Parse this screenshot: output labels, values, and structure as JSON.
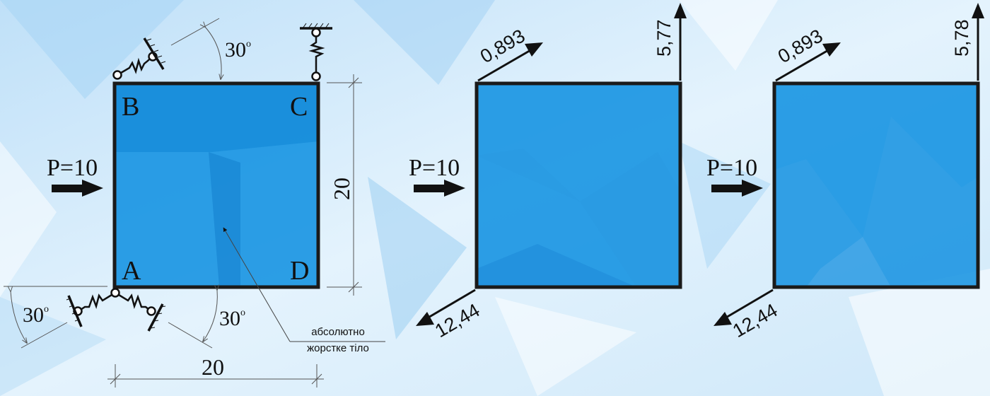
{
  "scheme": {
    "load_label": "P=10",
    "corners": {
      "a": "A",
      "b": "B",
      "c": "C",
      "d": "D"
    },
    "angle_top": "30",
    "angle_bottom_left": "30",
    "angle_bottom_right": "30",
    "degree_mark": "o",
    "dim_width": "20",
    "dim_height": "20",
    "rigid_body_note_line1": "абсолютно",
    "rigid_body_note_line2": "жорстке тіло"
  },
  "solution_1": {
    "load_label": "P=10",
    "reaction_b": "0,893",
    "reaction_c": "5,77",
    "reaction_a": "12,44"
  },
  "solution_2": {
    "load_label": "P=10",
    "reaction_b": "0,893",
    "reaction_c": "5,78",
    "reaction_a": "12,44"
  },
  "colors": {
    "body": "#0a8ee0",
    "background": "#d6ecfa",
    "line": "#1a1a1a"
  }
}
